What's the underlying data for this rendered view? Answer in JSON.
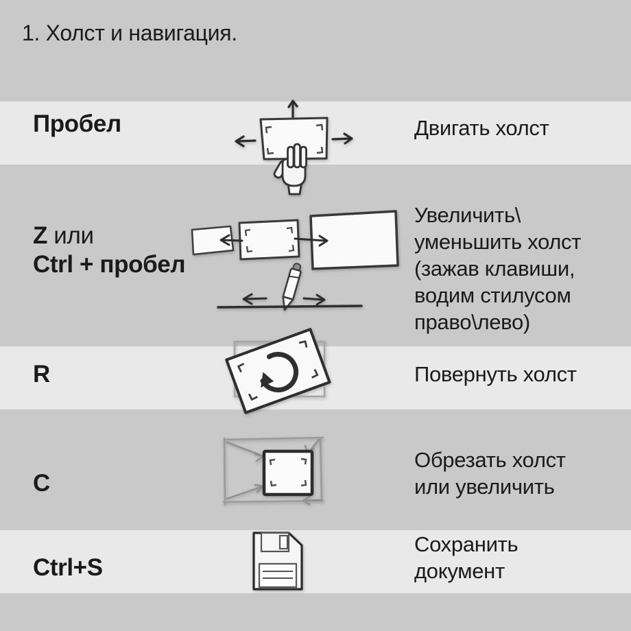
{
  "title": "1. Холст и навигация.",
  "colors": {
    "page_bg": "#c9c9c9",
    "band_bg": "#e9e9e9",
    "text": "#1a1a1a",
    "sketch_dark": "#333333",
    "sketch_faint": "#9b9b9b"
  },
  "rows": [
    {
      "shortcut": "Пробел",
      "icon": "pan-canvas-icon",
      "description": [
        "Двигать холст"
      ]
    },
    {
      "shortcut_key": "Z",
      "shortcut_joiner": " или",
      "shortcut_alt": "Ctrl + пробел",
      "icon": "zoom-canvas-icon",
      "description": [
        "Увеличить\\",
        "уменьшить холст",
        "(зажав клавиши,",
        "водим стилусом",
        "право\\лево)"
      ]
    },
    {
      "shortcut": "R",
      "icon": "rotate-canvas-icon",
      "description": [
        "Повернуть холст"
      ]
    },
    {
      "shortcut": "C",
      "icon": "crop-canvas-icon",
      "description": [
        "Обрезать холст",
        "или увеличить"
      ]
    },
    {
      "shortcut": "Ctrl+S",
      "icon": "save-document-icon",
      "description": [
        "Сохранить",
        "документ"
      ]
    }
  ]
}
